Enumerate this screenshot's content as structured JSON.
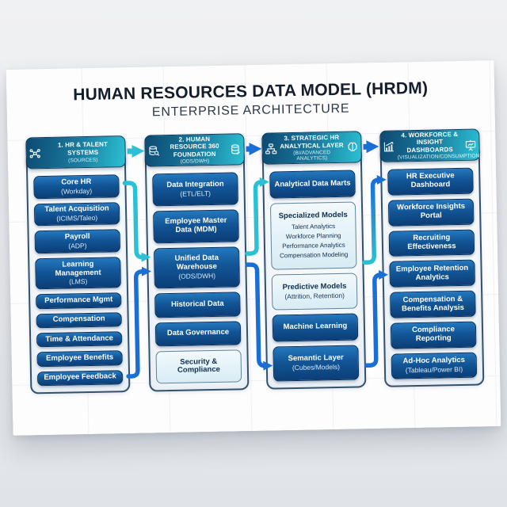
{
  "title": "HUMAN RESOURCES DATA MODEL (HRDM)",
  "subtitle": "ENTERPRISE ARCHITECTURE",
  "colors": {
    "header_gradient_start": "#0d4a72",
    "header_gradient_end": "#2cc0d2",
    "box_dark_top": "#2478be",
    "box_dark_bottom": "#0b3e77",
    "box_light_bg": "#d8ecf4",
    "connector_teal": "#2bc0d4",
    "connector_blue": "#1b6fd4",
    "container_border": "#34516c",
    "title_color": "#141d2b"
  },
  "columns": [
    {
      "id": "sources",
      "header": {
        "title": "1. HR & TALENT SYSTEMS",
        "subtitle": "(SOURCES)",
        "icon_left": "network-icon"
      },
      "boxes": [
        {
          "label": "Core HR",
          "sublabel": "(Workday)",
          "style": "dark"
        },
        {
          "label": "Talent Acquisition",
          "sublabel": "(ICIMS/Taleo)",
          "style": "dark"
        },
        {
          "label": "Payroll",
          "sublabel": "(ADP)",
          "style": "dark"
        },
        {
          "label": "Learning Management",
          "sublabel": "(LMS)",
          "style": "dark"
        },
        {
          "label": "Performance Mgmt",
          "style": "dark"
        },
        {
          "label": "Compensation",
          "style": "dark"
        },
        {
          "label": "Time & Attendance",
          "style": "dark"
        },
        {
          "label": "Employee Benefits",
          "style": "dark"
        },
        {
          "label": "Employee Feedback",
          "style": "dark"
        }
      ]
    },
    {
      "id": "foundation",
      "header": {
        "title": "2. HUMAN RESOURCE 360 FOUNDATION",
        "subtitle": "(ODS/DWH)",
        "icon_left": "database-search-icon",
        "icon_right": "database-check-icon"
      },
      "boxes": [
        {
          "label": "Data Integration",
          "sublabel": "(ETL/ELT)",
          "style": "dark"
        },
        {
          "label": "Employee Master Data (MDM)",
          "style": "dark"
        },
        {
          "label": "Unified Data Warehouse",
          "sublabel": "(ODS/DWH)",
          "style": "dark"
        },
        {
          "label": "Historical Data",
          "style": "dark"
        },
        {
          "label": "Data Governance",
          "style": "dark"
        },
        {
          "label": "Security & Compliance",
          "style": "light"
        }
      ]
    },
    {
      "id": "analytical-layer",
      "header": {
        "title": "3. STRATEGIC HR ANALYTICAL LAYER",
        "subtitle": "(BI/ADVANCED ANALYTICS)",
        "icon_left": "hierarchy-icon",
        "icon_right": "brain-icon"
      },
      "boxes": [
        {
          "label": "Analytical Data Marts",
          "style": "dark"
        },
        {
          "label": "Specialized Models",
          "style": "light",
          "items": [
            "Talent Analytics",
            "Workforce Planning",
            "Performance Analytics",
            "Compensation Modeling"
          ]
        },
        {
          "label": "Predictive Models",
          "sublabel": "(Attrition, Retention)",
          "style": "light"
        },
        {
          "label": "Machine Learning",
          "style": "dark"
        },
        {
          "label": "Semantic Layer",
          "sublabel": "(Cubes/Models)",
          "style": "dark"
        }
      ]
    },
    {
      "id": "dashboards",
      "header": {
        "title": "4. WORKFORCE & INSIGHT DASHBOARDS",
        "subtitle": "(VISUALIZATION/CONSUMPTION)",
        "icon_left": "chart-icon",
        "icon_right": "presentation-icon"
      },
      "boxes": [
        {
          "label": "HR Executive Dashboard",
          "style": "dark"
        },
        {
          "label": "Workforce Insights Portal",
          "style": "dark"
        },
        {
          "label": "Recruiting Effectiveness",
          "style": "dark"
        },
        {
          "label": "Employee Retention Analytics",
          "style": "dark"
        },
        {
          "label": "Compensation & Benefits Analysis",
          "style": "dark"
        },
        {
          "label": "Compliance Reporting",
          "style": "dark"
        },
        {
          "label": "Ad-Hoc Analytics",
          "sublabel": "(Tableau/Power BI)",
          "style": "dark"
        }
      ]
    }
  ]
}
